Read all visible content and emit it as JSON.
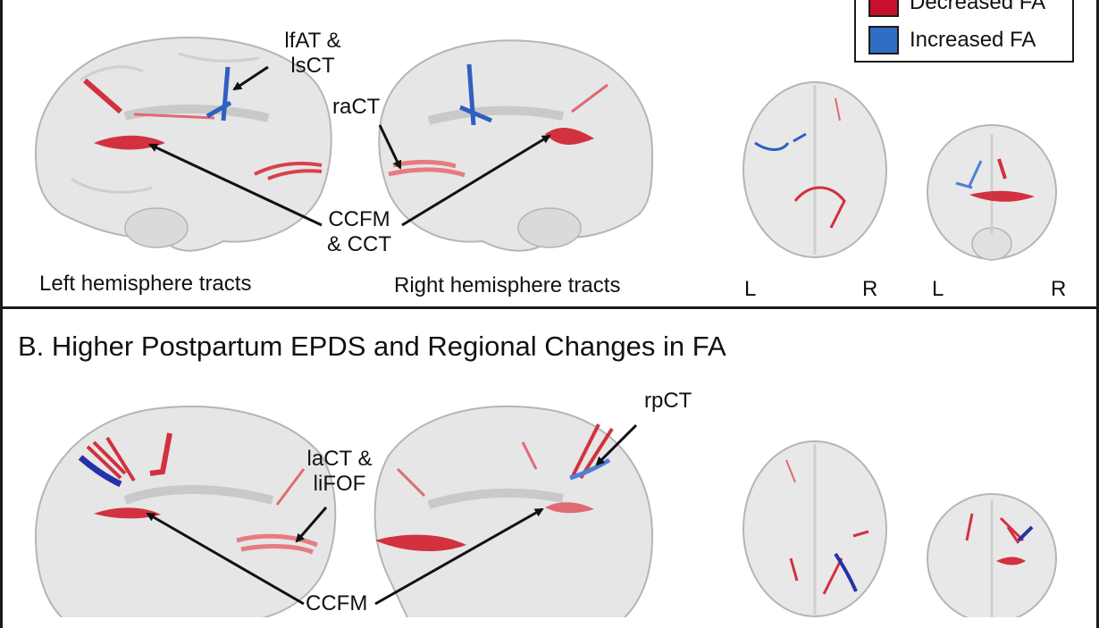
{
  "legend": {
    "items": [
      {
        "label": "Decreased FA",
        "color": "#c8102e"
      },
      {
        "label": "Increased FA",
        "color": "#2f6ec2"
      }
    ]
  },
  "panel_b": {
    "title": "B. Higher Postpartum EPDS and Regional Changes in FA"
  },
  "panel_a": {
    "labels": {
      "lfat_1": "lfAT &",
      "lfat_2": "lsCT",
      "ract": "raCT",
      "ccfm_1": "CCFM",
      "ccfm_2": "& CCT",
      "left_caption": "Left hemisphere tracts",
      "right_caption": "Right hemisphere tracts",
      "axial_l": "L",
      "axial_r": "R",
      "coronal_l": "L",
      "coronal_r": "R"
    }
  },
  "panel_b_labels": {
    "rpct": "rpCT",
    "lact_1": "laCT &",
    "lact_2": "liFOF",
    "ccfm": "CCFM"
  },
  "colors": {
    "decreased": "#c8102e",
    "increased": "#2f6ec2",
    "brain_fill": "#e6e6e6",
    "brain_stroke": "#b5b5b5"
  }
}
